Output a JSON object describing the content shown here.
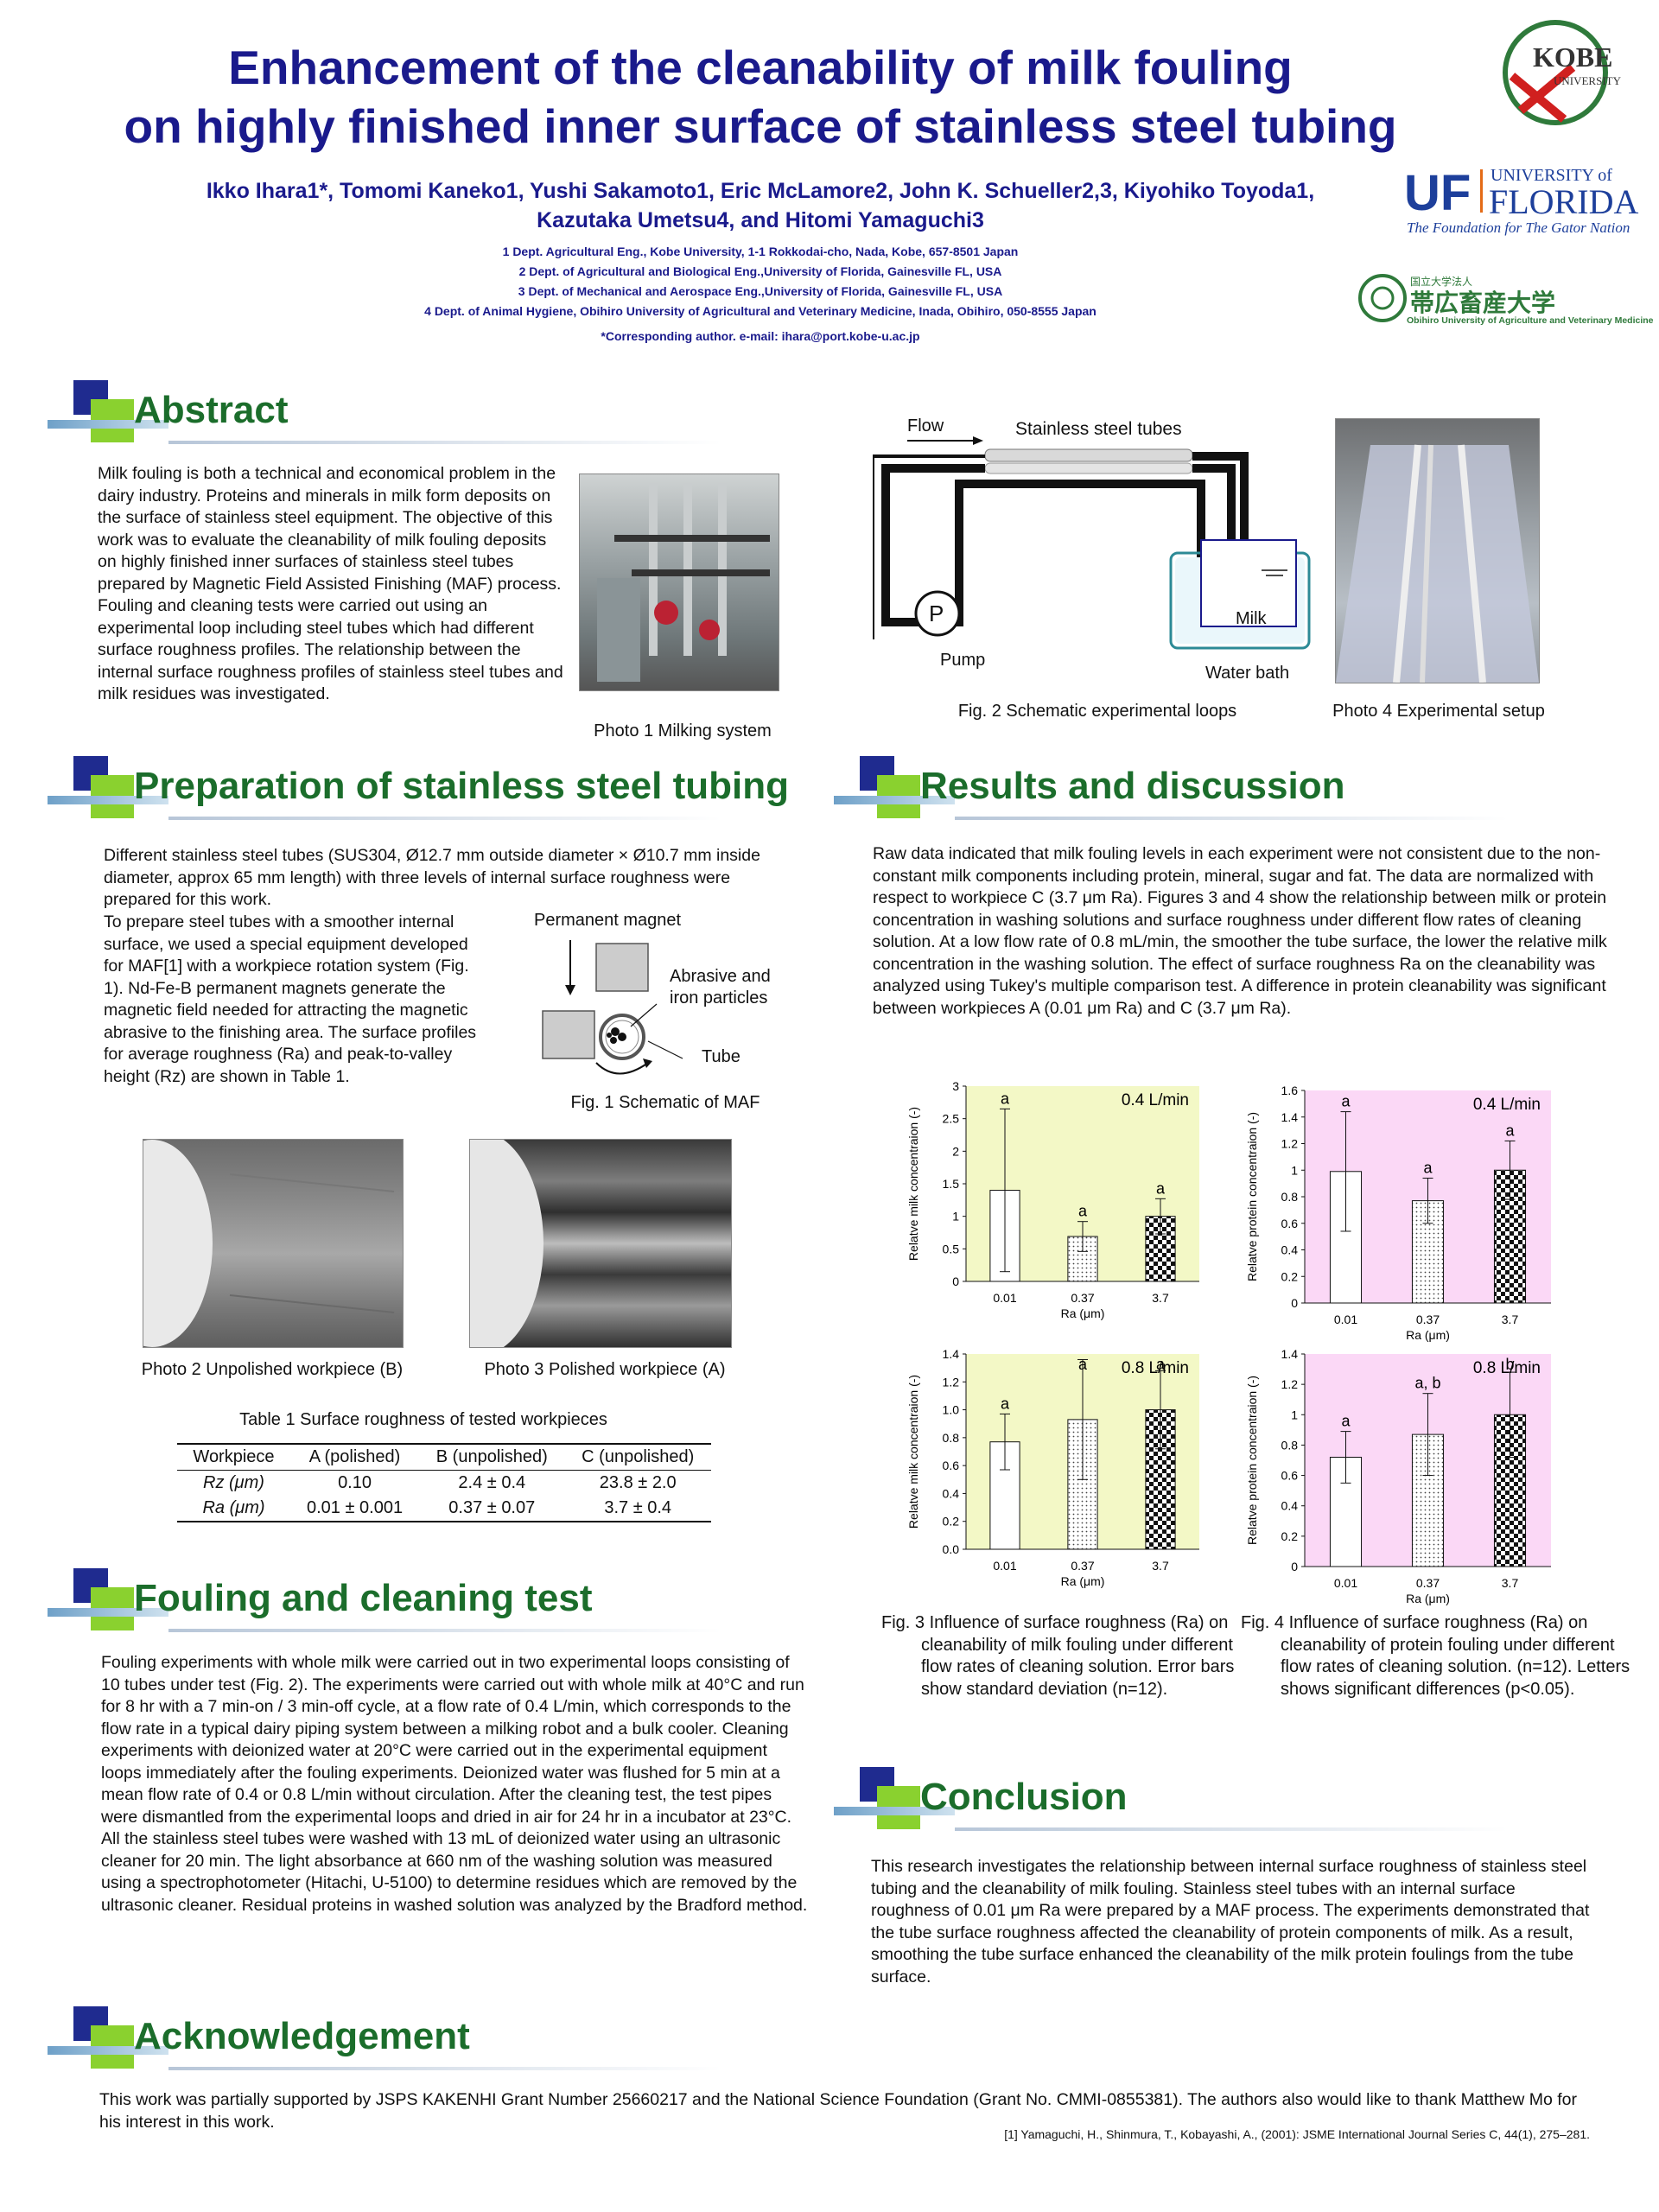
{
  "header": {
    "title_line1": "Enhancement of the cleanability of milk fouling",
    "title_line2": "on highly finished inner surface of stainless steel tubing",
    "authors_line1": "Ikko Ihara1*, Tomomi Kaneko1, Yushi Sakamoto1, Eric McLamore2, John K. Schueller2,3, Kiyohiko Toyoda1,",
    "authors_line2": "Kazutaka Umetsu4, and Hitomi Yamaguchi3",
    "affiliations": [
      "1 Dept. Agricultural Eng., Kobe University, 1-1 Rokkodai-cho, Nada, Kobe, 657-8501 Japan",
      "2 Dept. of Agricultural and Biological Eng.,University of Florida, Gainesville FL, USA",
      "3 Dept. of Mechanical and Aerospace Eng.,University of Florida, Gainesville FL, USA",
      "4 Dept. of Animal Hygiene, Obihiro University of Agricultural and Veterinary Medicine, Inada, Obihiro, 050-8555 Japan"
    ],
    "corresponding": "*Corresponding author. e-mail: ihara@port.kobe-u.ac.jp"
  },
  "logos": {
    "kobe": "KOBE",
    "kobe_sub": "UNIVERSITY",
    "uf_mark": "UF",
    "uf_top": "UNIVERSITY of",
    "uf_main": "FLORIDA",
    "uf_tagline": "The Foundation for The Gator Nation",
    "obihiro_small": "国立大学法人",
    "obihiro_main": "帯広畜産大学",
    "obihiro_en": "Obihiro University of Agriculture and Veterinary Medicine"
  },
  "sections": {
    "abstract_title": "Abstract",
    "prep_title": "Preparation of stainless steel tubing",
    "fouling_title": "Fouling and cleaning test",
    "ack_title": "Acknowledgement",
    "results_title": "Results and discussion",
    "conclusion_title": "Conclusion"
  },
  "abstract_text": "Milk fouling is both a technical and economical problem in the dairy industry. Proteins and minerals in milk form deposits on the surface of stainless steel equipment. The objective of this work was to evaluate the cleanability of milk fouling deposits on highly finished inner surfaces of stainless steel tubes prepared by Magnetic Field Assisted Finishing (MAF) process. Fouling and cleaning tests were carried out using an experimental loop including steel tubes which had different surface roughness profiles. The relationship between the internal surface roughness profiles of stainless steel tubes and milk residues was investigated.",
  "photo1_caption": "Photo 1 Milking system",
  "fig2": {
    "caption": "Fig. 2 Schematic experimental loops",
    "flow": "Flow",
    "tubes": "Stainless steel tubes",
    "pump_letter": "P",
    "pump": "Pump",
    "milk": "Milk",
    "water_bath": "Water bath"
  },
  "photo4_caption": "Photo 4 Experimental setup",
  "prep_text1": "Different stainless steel tubes (SUS304, Ø12.7 mm outside diameter × Ø10.7 mm inside diameter, approx 65 mm length) with three levels of internal surface roughness were prepared for this work.",
  "prep_text2": "To prepare steel tubes with a smoother internal surface, we used a special equipment developed for MAF[1] with a workpiece rotation system (Fig. 1). Nd-Fe-B permanent magnets generate the magnetic field needed for attracting the magnetic abrasive to the finishing area. The surface profiles for average roughness (Ra) and peak-to-valley height (Rz) are shown in Table 1.",
  "fig1": {
    "caption": "Fig. 1 Schematic of MAF",
    "magnet": "Permanent magnet",
    "abrasive": "Abrasive and iron particles",
    "tube": "Tube"
  },
  "photo2_caption": "Photo 2 Unpolished workpiece (B)",
  "photo3_caption": "Photo 3 Polished workpiece (A)",
  "table1": {
    "caption": "Table 1 Surface roughness of tested workpieces",
    "headers": [
      "Workpiece",
      "A (polished)",
      "B (unpolished)",
      "C (unpolished)"
    ],
    "rows": [
      [
        "Rz (μm)",
        "0.10",
        "2.4 ± 0.4",
        "23.8 ± 2.0"
      ],
      [
        "Ra (μm)",
        "0.01 ± 0.001",
        "0.37 ± 0.07",
        "3.7 ± 0.4"
      ]
    ]
  },
  "fouling_text": "Fouling experiments with whole milk were carried out in two experimental loops consisting of 10 tubes under test (Fig. 2). The experiments were carried out with whole milk at 40°C and run for 8 hr with a 7 min-on / 3 min-off cycle, at a flow rate of 0.4 L/min, which corresponds to the flow rate in a typical dairy piping system between a milking robot and a bulk cooler. Cleaning experiments with deionized water at 20°C were carried out in the experimental equipment loops immediately after the fouling experiments. Deionized water was flushed for 5 min at a mean flow rate of 0.4 or 0.8 L/min without circulation. After the cleaning test, the test pipes were dismantled from the experimental loops and dried in air for 24 hr in a incubator at 23°C. All the stainless steel tubes were washed with 13 mL of deionized water using an ultrasonic cleaner for 20 min. The light absorbance at 660 nm of the washing solution was measured using a spectrophotometer (Hitachi, U-5100) to determine residues which are removed by the ultrasonic cleaner. Residual proteins in washed solution was analyzed by the Bradford method.",
  "ack_text": "This work was partially supported by JSPS KAKENHI Grant Number 25660217 and the National Science Foundation (Grant No. CMMI-0855381). The authors also would like to thank Matthew Mo for his interest in this work.",
  "reference": "[1] Yamaguchi, H., Shinmura, T., Kobayashi, A., (2001): JSME International Journal Series C, 44(1), 275–281.",
  "results_text": "Raw data indicated that milk fouling levels in each experiment were not consistent due to the non-constant milk components including protein, mineral, sugar and fat. The data are normalized with respect to workpiece C (3.7 μm Ra). Figures 3 and 4 show the relationship between milk or protein concentration in washing solutions and surface roughness under different flow rates of cleaning solution. At a low flow rate of 0.8 mL/min, the smoother the tube surface, the lower the relative milk concentration in the washing solution. The effect of surface roughness Ra on the cleanability was analyzed using Tukey's multiple comparison test. A difference in protein cleanability was significant between workpieces A (0.01 μm Ra) and C (3.7 μm Ra).",
  "fig3_caption": "Fig. 3 Influence of surface roughness (Ra) on cleanability of milk fouling under different flow rates of cleaning solution. Error bars show standard deviation (n=12).",
  "fig4_caption": "Fig. 4 Influence of surface roughness (Ra) on cleanability of protein fouling under different flow rates of cleaning solution. (n=12). Letters shows significant differences (p<0.05).",
  "conclusion_text": "This research investigates the relationship between internal surface roughness of stainless steel tubing and the cleanability of milk fouling. Stainless steel tubes with an internal surface roughness of 0.01 μm Ra were prepared by a MAF process. The experiments demonstrated that the tube surface roughness affected the cleanability of protein components of milk. As a result, smoothing the tube surface enhanced the cleanability of the milk protein foulings from the tube surface.",
  "colors": {
    "title": "#1a1a8c",
    "section": "#1b6d2b",
    "milk_bg": "#f3f8c6",
    "protein_bg": "#fbd8f6"
  },
  "chart_data": [
    {
      "type": "bar",
      "id": "milk04",
      "flow_label": "0.4 L/min",
      "ylabel": "Relatve milk concentraion (-)",
      "xlabel": "Ra (μm)",
      "categories": [
        "0.01",
        "0.37",
        "3.7"
      ],
      "values": [
        1.4,
        0.69,
        1.0
      ],
      "errors": [
        1.25,
        0.23,
        0.27
      ],
      "letters": [
        "a",
        "a",
        "a"
      ],
      "ylim": [
        0,
        3
      ],
      "yticks": [
        "0",
        "0.5",
        "1",
        "1.5",
        "2",
        "2.5",
        "3"
      ],
      "bg": "#f3f8c6"
    },
    {
      "type": "bar",
      "id": "prot04",
      "flow_label": "0.4 L/min",
      "ylabel": "Relatve protein concentraion (-)",
      "xlabel": "Ra (μm)",
      "categories": [
        "0.01",
        "0.37",
        "3.7"
      ],
      "values": [
        0.99,
        0.77,
        1.0
      ],
      "errors": [
        0.45,
        0.17,
        0.22
      ],
      "letters": [
        "a",
        "a",
        "a"
      ],
      "ylim": [
        0,
        1.6
      ],
      "yticks": [
        "0",
        "0.2",
        "0.4",
        "0.6",
        "0.8",
        "1",
        "1.2",
        "1.4",
        "1.6"
      ],
      "bg": "#fbd8f6"
    },
    {
      "type": "bar",
      "id": "milk08",
      "flow_label": "0.8 L/min",
      "ylabel": "Relatve milk concentraion (-)",
      "xlabel": "Ra (μm)",
      "categories": [
        "0.01",
        "0.37",
        "3.7"
      ],
      "values": [
        0.77,
        0.93,
        1.0
      ],
      "errors": [
        0.2,
        0.43,
        0.28
      ],
      "letters": [
        "a",
        "a",
        "a"
      ],
      "ylim": [
        0,
        1.4
      ],
      "yticks": [
        "0.0",
        "0.2",
        "0.4",
        "0.6",
        "0.8",
        "1.0",
        "1.2",
        "1.4"
      ],
      "bg": "#f3f8c6"
    },
    {
      "type": "bar",
      "id": "prot08",
      "flow_label": "0.8 L/min",
      "ylabel": "Relatve protein concentraion (-)",
      "xlabel": "Ra (μm)",
      "categories": [
        "0.01",
        "0.37",
        "3.7"
      ],
      "values": [
        0.72,
        0.87,
        1.0
      ],
      "errors": [
        0.17,
        0.27,
        0.28
      ],
      "letters": [
        "a",
        "a, b",
        "b"
      ],
      "ylim": [
        0,
        1.4
      ],
      "yticks": [
        "0",
        "0.2",
        "0.4",
        "0.6",
        "0.8",
        "1",
        "1.2",
        "1.4"
      ],
      "bg": "#fbd8f6"
    }
  ]
}
